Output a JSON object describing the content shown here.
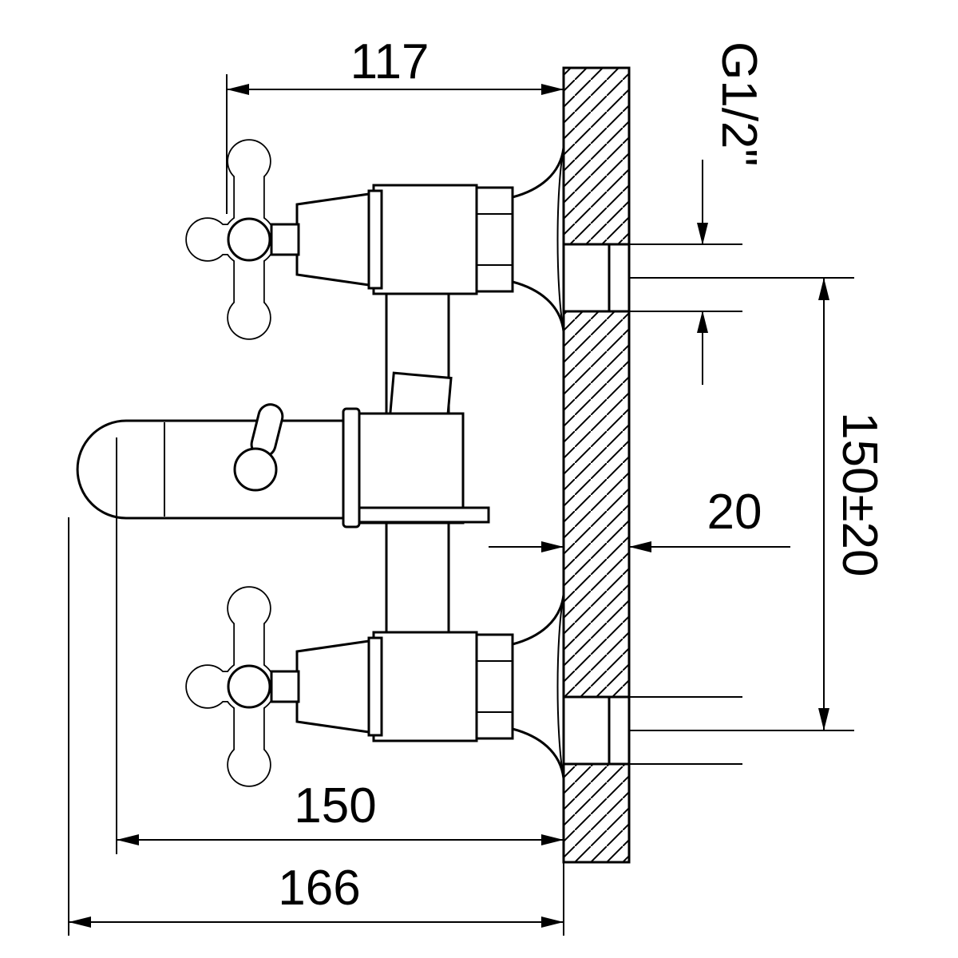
{
  "drawing": {
    "title": "Wall-mounted bath mixer faucet - dimensional technical drawing",
    "view": "side elevation with wall section",
    "line_color": "#000000",
    "background_color": "#ffffff"
  },
  "dimensions": {
    "top_width": "117",
    "thread_size": "G1/2\"",
    "port_spacing": "150±20",
    "wall_thickness": "20",
    "lower_width": "150",
    "overall_width": "166"
  }
}
